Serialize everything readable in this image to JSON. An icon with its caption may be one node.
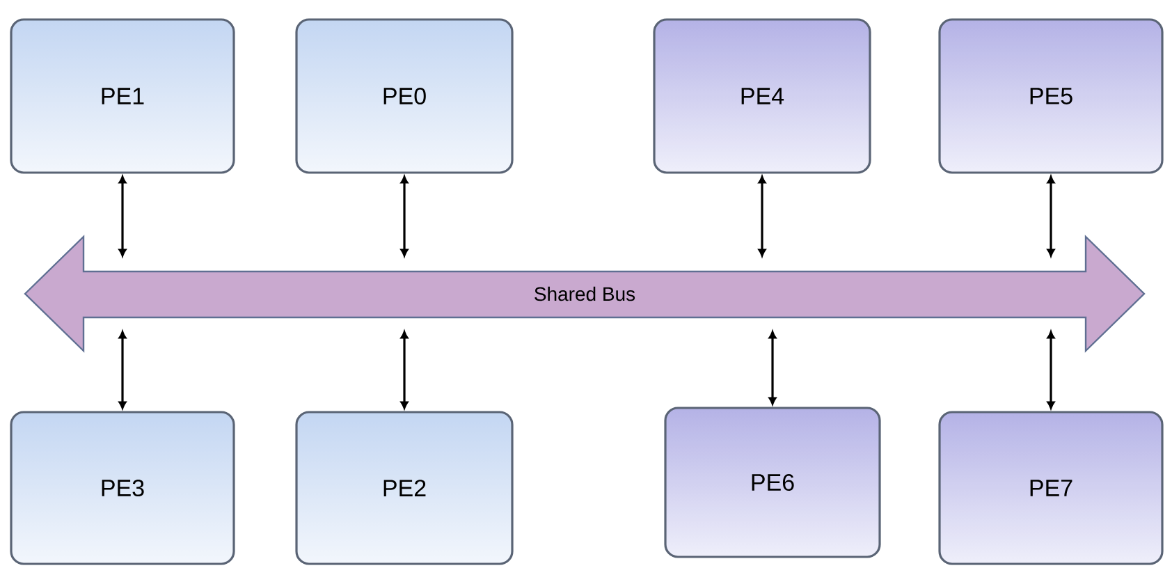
{
  "diagram": {
    "nodes": [
      {
        "text": [
          "PE1"
        ]
      },
      {
        "text": [
          "PE0"
        ]
      },
      {
        "text": [
          "PE4"
        ]
      },
      {
        "text": [
          "PE5"
        ]
      },
      {
        "text": [
          "PE3"
        ]
      },
      {
        "text": [
          "PE2"
        ]
      },
      {
        "text": [
          "PE6"
        ]
      },
      {
        "text": [
          "PE7"
        ]
      },
      {
        "text": [
          "Shared Bus"
        ]
      }
    ],
    "edges": [
      {
        "from": 0,
        "to": 8,
        "arrow": "both"
      },
      {
        "from": 1,
        "to": 8,
        "arrow": "both"
      },
      {
        "from": 2,
        "to": 8,
        "arrow": "both"
      },
      {
        "from": 3,
        "to": 8,
        "arrow": "both"
      },
      {
        "from": 4,
        "to": 8,
        "arrow": "both"
      },
      {
        "from": 5,
        "to": 8,
        "arrow": "both"
      },
      {
        "from": 6,
        "to": 8,
        "arrow": "both"
      },
      {
        "from": 7,
        "to": 8,
        "arrow": "both"
      }
    ]
  }
}
